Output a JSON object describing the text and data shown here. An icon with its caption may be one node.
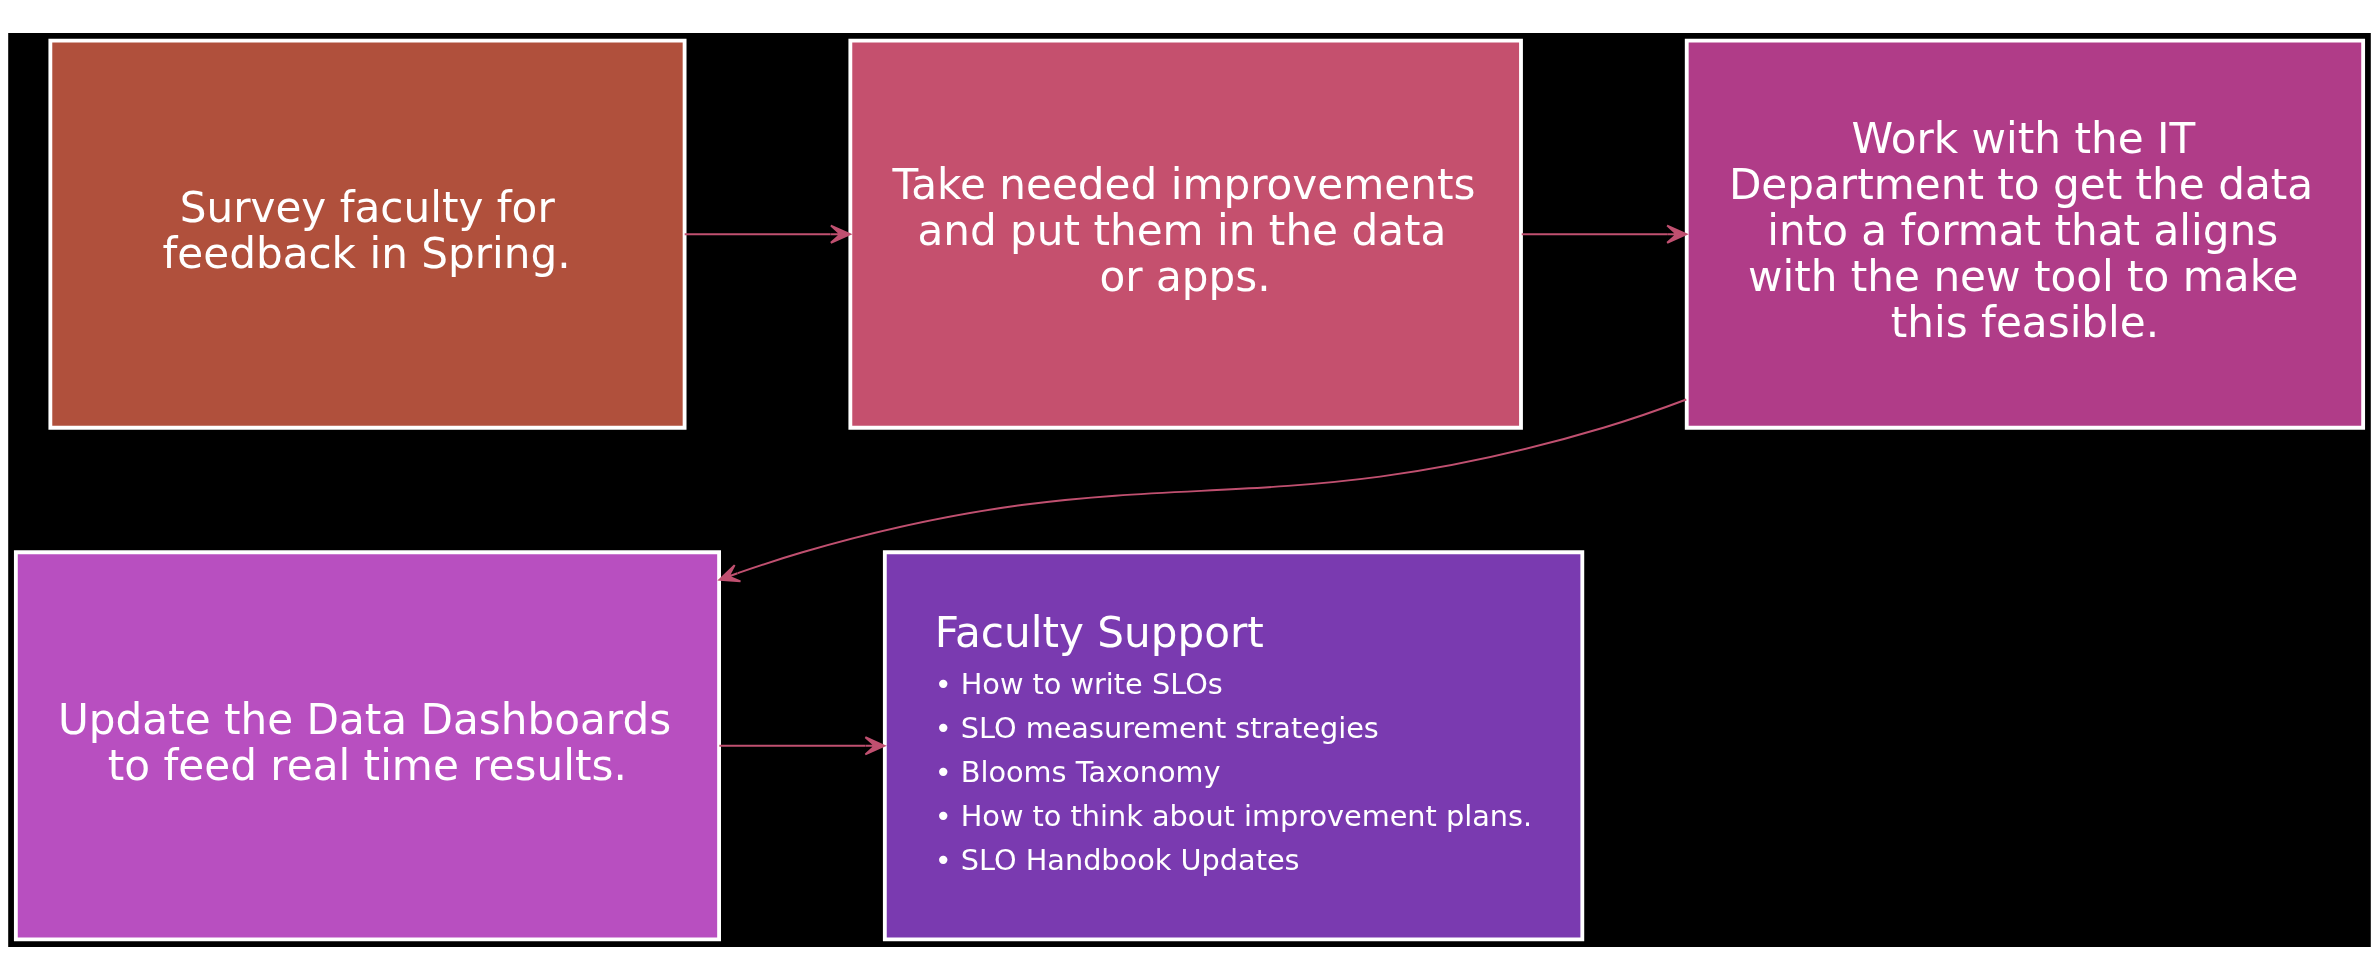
{
  "diagram": {
    "nodes": [
      {
        "text": [
          "Survey faculty for feedback in Spring."
        ]
      },
      {
        "text": [
          "Take needed improvements and put them in the data or apps."
        ]
      },
      {
        "text": [
          "Work with the IT Department to get the data into a format that aligns with the new tool to make this feasible."
        ]
      },
      {
        "text": [
          "Update the Data Dashboards to feed real time results."
        ]
      },
      {
        "text": [
          "Faculty Support",
          "• How to write SLOs",
          "• SLO measurement strategies",
          "• Blooms Taxonomy",
          "• How to think about improvement plans.",
          "• SLO Handbook Updates"
        ]
      }
    ],
    "edges": [
      {
        "from": 0,
        "to": 1,
        "arrow": "to"
      },
      {
        "from": 1,
        "to": 2,
        "arrow": "to"
      },
      {
        "from": 2,
        "to": 3,
        "arrow": "to"
      },
      {
        "from": 3,
        "to": 4,
        "arrow": "to"
      }
    ]
  }
}
